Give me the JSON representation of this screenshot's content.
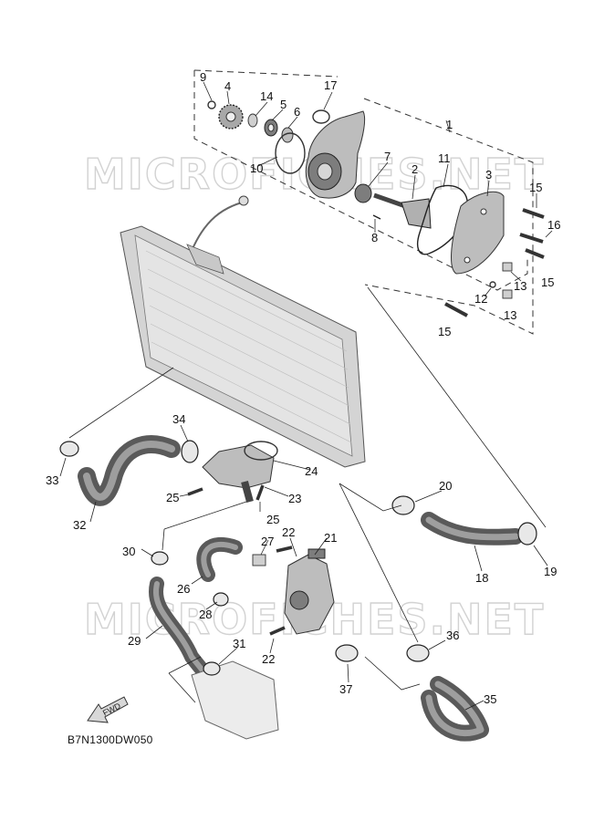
{
  "watermark": "MICROFICHES.NET",
  "direction_label": "FWD",
  "diagram_code": "B7N1300DW050",
  "callouts": [
    "1",
    "2",
    "3",
    "4",
    "5",
    "6",
    "7",
    "8",
    "9",
    "10",
    "11",
    "12",
    "13",
    "13",
    "14",
    "15",
    "15",
    "15",
    "16",
    "17",
    "18",
    "19",
    "20",
    "21",
    "22",
    "22",
    "23",
    "24",
    "25",
    "25",
    "26",
    "27",
    "28",
    "29",
    "30",
    "31",
    "32",
    "33",
    "34",
    "35",
    "36",
    "37"
  ],
  "colors": {
    "line": "#333333",
    "part_fill": "#bdbdbd",
    "hose": "#5a5a5a",
    "watermark": "#d2d2d2"
  }
}
